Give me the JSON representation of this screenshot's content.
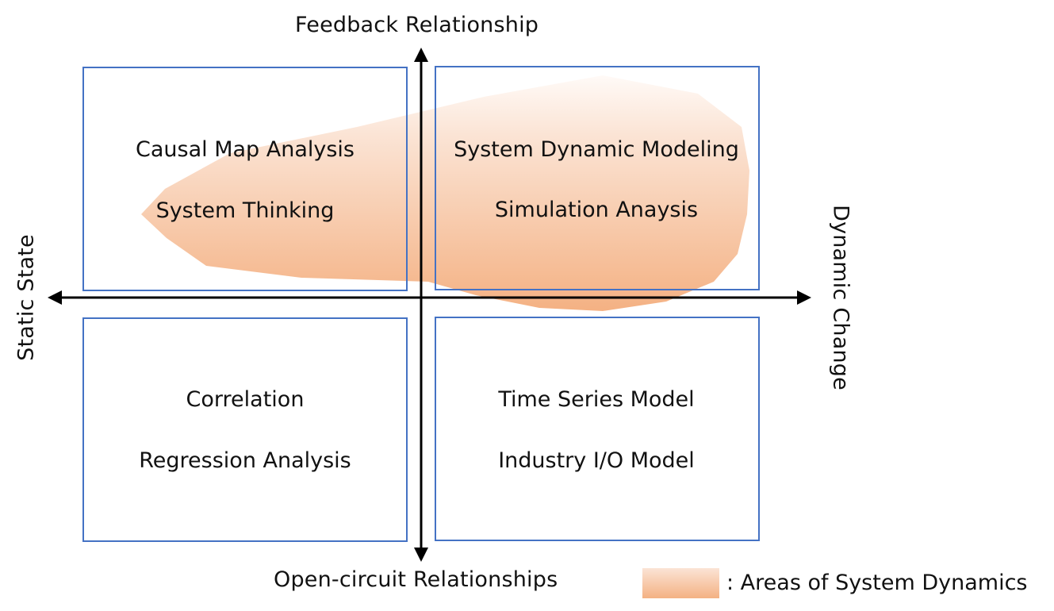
{
  "colors": {
    "box_border": "#4472c4",
    "axis": "#000000",
    "area_top": "#fdf1ea",
    "area_bottom": "#f4b183"
  },
  "axes": {
    "top": "Feedback Relationship",
    "bottom": "Open-circuit Relationships",
    "left": "Static State",
    "right": "Dynamic Change"
  },
  "quadrants": {
    "top_left": [
      "Causal Map Analysis",
      "System Thinking"
    ],
    "top_right": [
      "System Dynamic Modeling",
      "Simulation Anaysis"
    ],
    "bottom_left": [
      "Correlation",
      "Regression Analysis"
    ],
    "bottom_right": [
      "Time Series Model",
      "Industry I/O Model"
    ]
  },
  "legend": {
    "label": ": Areas of System Dynamics"
  }
}
